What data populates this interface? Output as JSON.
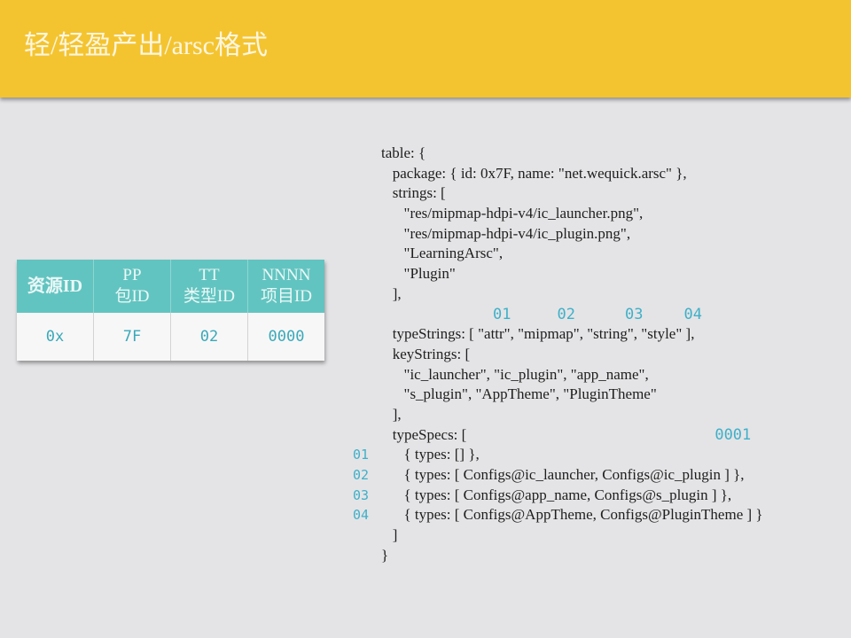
{
  "header": {
    "title": "轻/轻盈产出/arsc格式",
    "color": "#f4c430"
  },
  "id_table": {
    "headers": [
      {
        "line1": "资源ID",
        "line2": ""
      },
      {
        "line1": "PP",
        "line2": "包ID"
      },
      {
        "line1": "TT",
        "line2": "类型ID"
      },
      {
        "line1": "NNNN",
        "line2": "项目ID"
      }
    ],
    "values": [
      "0x",
      "7F",
      "02",
      "0000"
    ],
    "header_color": "#62c4c0",
    "value_color": "#3aa9b8"
  },
  "code": {
    "lines": [
      "table: {",
      "   package: { id: 0x7F, name: \"net.wequick.arsc\" },",
      "   strings: [",
      "      \"res/mipmap-hdpi-v4/ic_launcher.png\",",
      "      \"res/mipmap-hdpi-v4/ic_plugin.png\",",
      "      \"LearningArsc\",",
      "      \"Plugin\"",
      "   ],",
      "   typeStrings: [ \"attr\", \"mipmap\", \"string\", \"style\" ],",
      "   keyStrings: [",
      "      \"ic_launcher\", \"ic_plugin\", \"app_name\",",
      "      \"s_plugin\", \"AppTheme\", \"PluginTheme\"",
      "   ],",
      "   typeSpecs: [",
      "      { types: [] },",
      "      { types: [ Configs@ic_launcher, Configs@ic_plugin ] },",
      "      { types: [ Configs@app_name, Configs@s_plugin ] },",
      "      { types: [ Configs@AppTheme, Configs@PluginTheme ] }",
      "   ]",
      "}"
    ]
  },
  "annotations": {
    "type_ids": [
      "01",
      "02",
      "03",
      "04"
    ],
    "spec_ids": [
      "01",
      "03",
      "04"
    ],
    "ghost_label": "02",
    "entry_id": "0001",
    "color": "#3fb0c8"
  }
}
